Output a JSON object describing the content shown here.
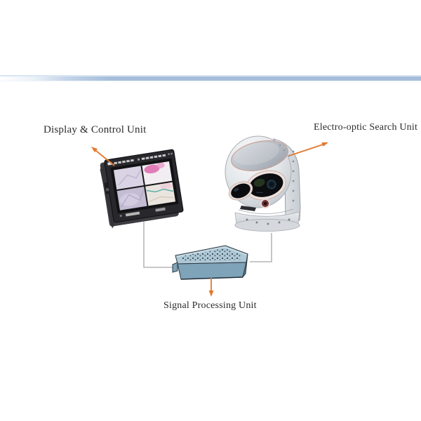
{
  "figure": {
    "type": "system-diagram",
    "units": [
      {
        "id": "display-control-unit",
        "label": "Display & Control Unit"
      },
      {
        "id": "electro-optic-search-unit",
        "label": "Electro-optic Search Unit"
      },
      {
        "id": "signal-processing-unit",
        "label": "Signal Processing Unit"
      }
    ],
    "connections": [
      {
        "from": "display-control-unit",
        "to": "signal-processing-unit"
      },
      {
        "from": "electro-optic-search-unit",
        "to": "signal-processing-unit"
      }
    ],
    "colors": {
      "page_bg": "#ffffff",
      "rule_blue": "#a6bedb",
      "label_text": "#2b2b2b",
      "arrow": "#e2792e",
      "connector": "#a8a8a8",
      "box_top": "#aec8d6",
      "box_front": "#7fa3b8",
      "monitor_bezel": "#28282c",
      "gimbal_body": "#e8eaed"
    }
  }
}
